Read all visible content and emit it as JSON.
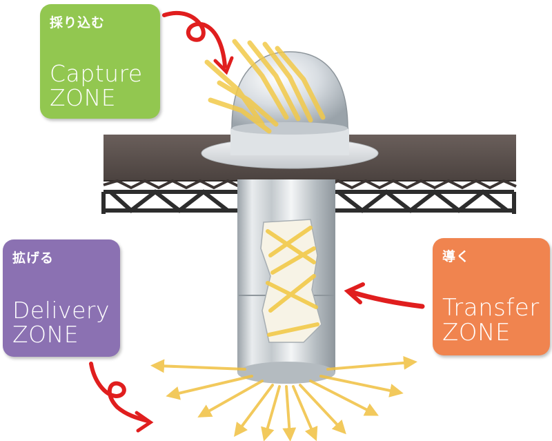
{
  "zones": {
    "capture": {
      "jp": "採り込む",
      "line1": "Capture",
      "line2": "ZONE",
      "color": "#92c750"
    },
    "delivery": {
      "jp": "拡げる",
      "line1": "Delivery",
      "line2": "ZONE",
      "color": "#8b71b2"
    },
    "transfer": {
      "jp": "導く",
      "line1": "Transfer",
      "line2": "ZONE",
      "color": "#f0844f"
    }
  },
  "colors": {
    "arrow": "#e01e1e",
    "light_rays": "#f2c949",
    "roof": "#5a4f4c",
    "tube": "#c9cfd4"
  },
  "icons": [
    "swirl-arrow-icon",
    "curved-arrow-icon",
    "light-ray-icon"
  ]
}
